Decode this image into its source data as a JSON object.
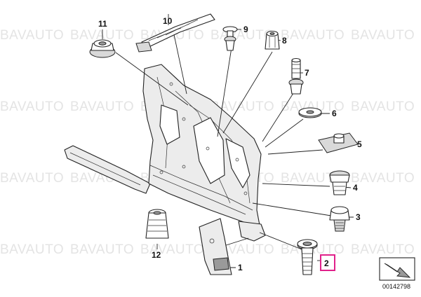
{
  "watermark": "BAVAUTO",
  "diagram_id": "00142798",
  "highlighted_callout": "2",
  "callouts": [
    {
      "label": "1",
      "part": "bracket-plate"
    },
    {
      "label": "2",
      "part": "threaded-bolt"
    },
    {
      "label": "3",
      "part": "hex-bolt"
    },
    {
      "label": "4",
      "part": "rivet-nut"
    },
    {
      "label": "5",
      "part": "pad-with-stud"
    },
    {
      "label": "6",
      "part": "washer"
    },
    {
      "label": "7",
      "part": "plastic-rivet"
    },
    {
      "label": "8",
      "part": "expansion-nut"
    },
    {
      "label": "9",
      "part": "push-clip"
    },
    {
      "label": "10",
      "part": "cable-strap"
    },
    {
      "label": "11",
      "part": "flange-nut"
    },
    {
      "label": "12",
      "part": "rubber-bushing"
    }
  ],
  "colors": {
    "highlight": "#e0218a",
    "watermark": "#e4e4e4",
    "line": "#222222"
  }
}
